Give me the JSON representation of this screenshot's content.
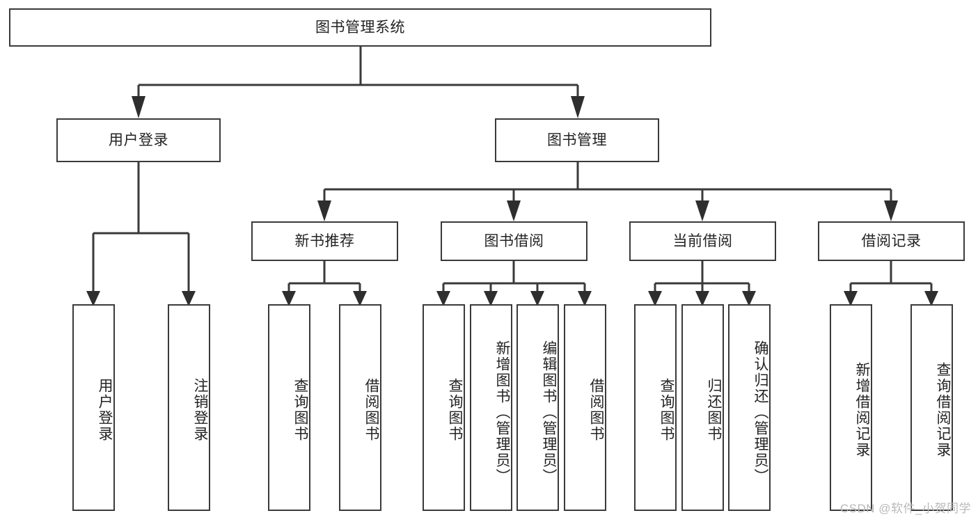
{
  "diagram": {
    "type": "tree-hierarchy",
    "title": "图书管理系统",
    "watermark": "CSDN @软件_小贺同学",
    "colors": {
      "stroke": "#3a3a3a",
      "text": "#232323",
      "background": "#ffffff",
      "watermark": "#b9b9b9"
    },
    "root": {
      "id": "root",
      "label": "图书管理系统",
      "orientation": "horizontal"
    },
    "level2": [
      {
        "id": "user-login",
        "label": "用户登录",
        "orientation": "horizontal"
      },
      {
        "id": "book-management",
        "label": "图书管理",
        "orientation": "horizontal"
      }
    ],
    "level3": [
      {
        "id": "new-book-recommend",
        "label": "新书推荐",
        "orientation": "horizontal",
        "parent": "book-management"
      },
      {
        "id": "book-borrow",
        "label": "图书借阅",
        "orientation": "horizontal",
        "parent": "book-management"
      },
      {
        "id": "current-borrow",
        "label": "当前借阅",
        "orientation": "horizontal",
        "parent": "book-management"
      },
      {
        "id": "borrow-record",
        "label": "借阅记录",
        "orientation": "horizontal",
        "parent": "book-management"
      }
    ],
    "leaves": [
      {
        "id": "leaf-user-login",
        "label": "用户登录",
        "parent": "user-login"
      },
      {
        "id": "leaf-logout-login",
        "label": "注销登录",
        "parent": "user-login"
      },
      {
        "id": "leaf-query-book-1",
        "label": "查询图书",
        "parent": "new-book-recommend"
      },
      {
        "id": "leaf-borrow-book-1",
        "label": "借阅图书",
        "parent": "new-book-recommend"
      },
      {
        "id": "leaf-query-book-2",
        "label": "查询图书",
        "parent": "book-borrow"
      },
      {
        "id": "leaf-add-book",
        "label": "新增图书（管理员）",
        "parent": "book-borrow"
      },
      {
        "id": "leaf-edit-book",
        "label": "编辑图书（管理员）",
        "parent": "book-borrow"
      },
      {
        "id": "leaf-borrow-book-2",
        "label": "借阅图书",
        "parent": "book-borrow"
      },
      {
        "id": "leaf-query-book-3",
        "label": "查询图书",
        "parent": "current-borrow"
      },
      {
        "id": "leaf-return-book",
        "label": "归还图书",
        "parent": "current-borrow"
      },
      {
        "id": "leaf-confirm-return",
        "label": "确认归还（管理员）",
        "parent": "current-borrow"
      },
      {
        "id": "leaf-add-record",
        "label": "新增借阅记录",
        "parent": "borrow-record"
      },
      {
        "id": "leaf-query-record",
        "label": "查询借阅记录",
        "parent": "borrow-record"
      }
    ]
  }
}
